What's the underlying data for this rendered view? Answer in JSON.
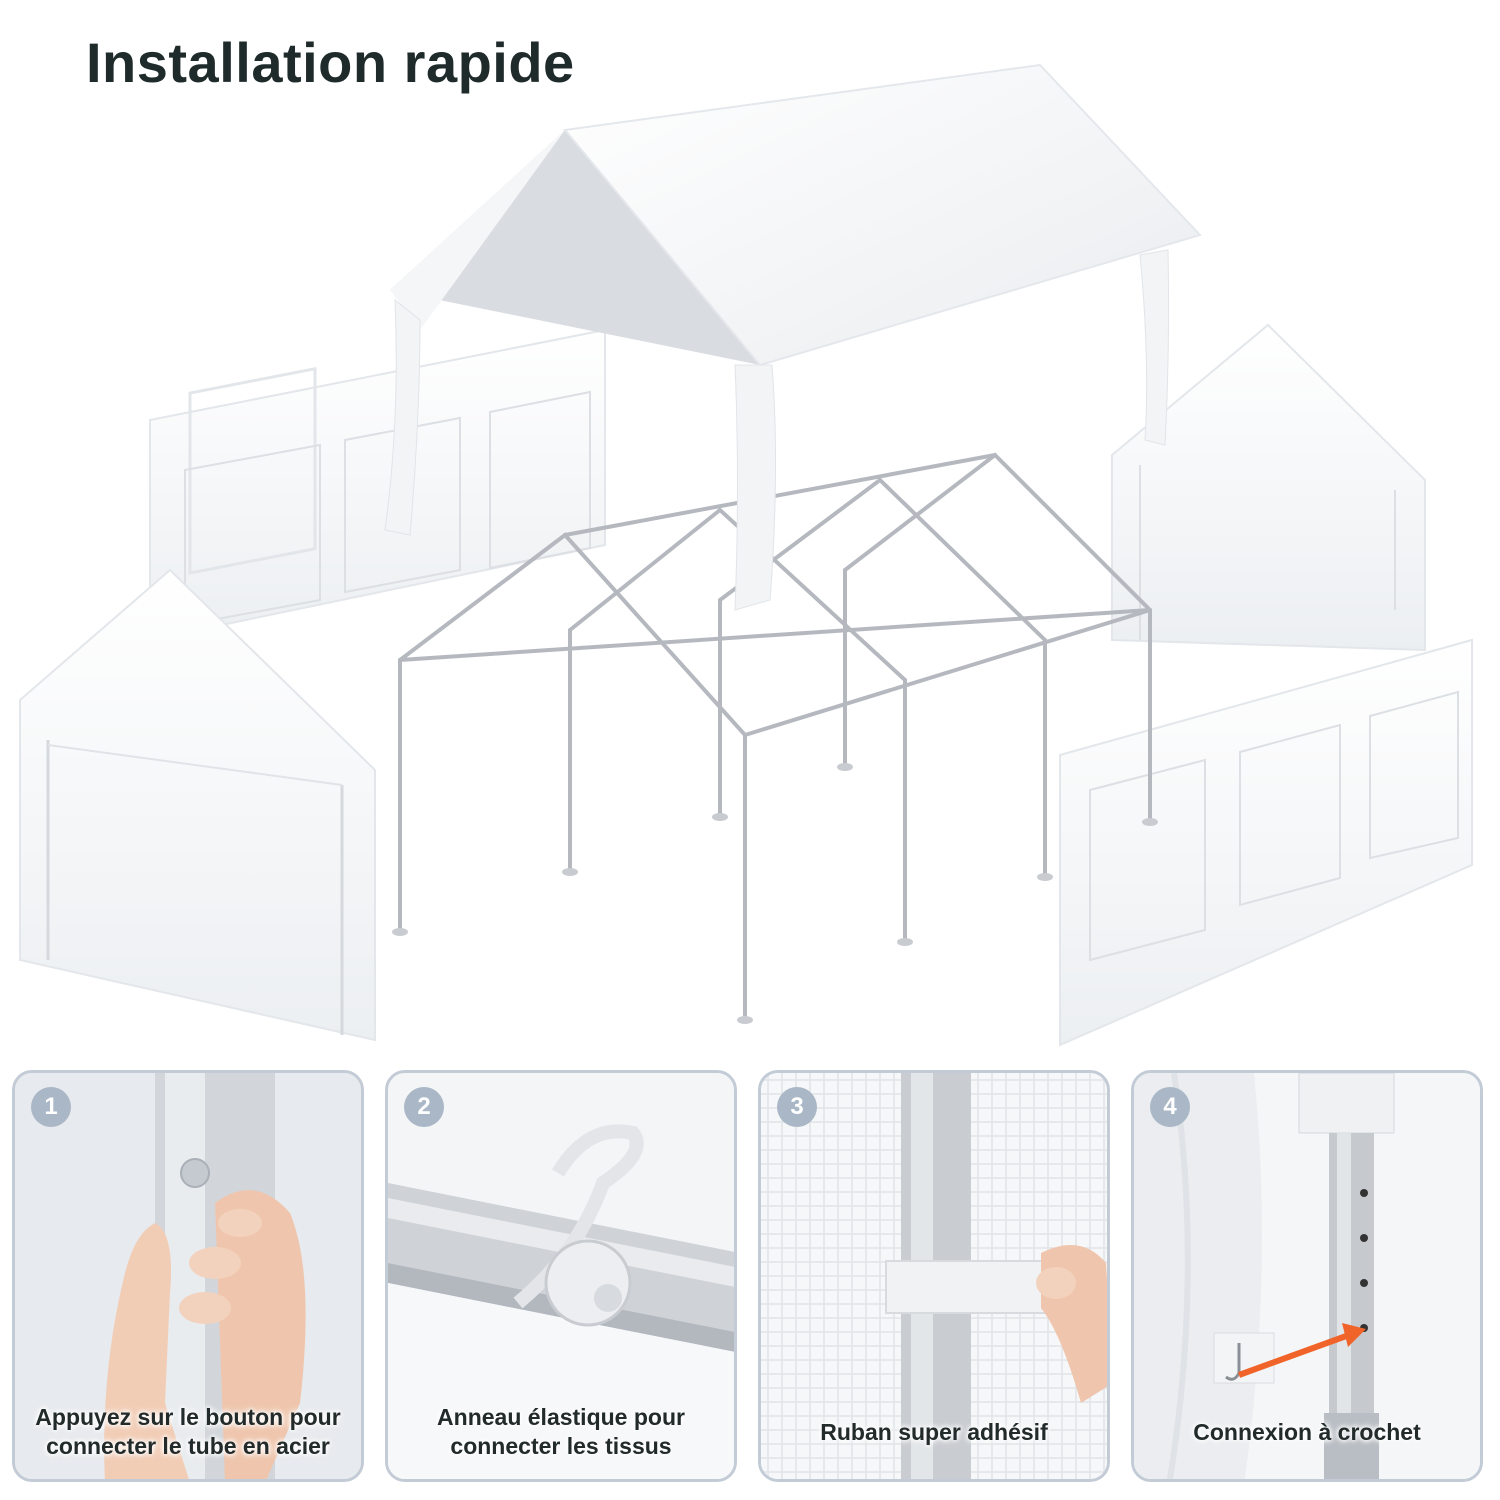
{
  "title": "Installation rapide",
  "colors": {
    "badge": "#a9b7c6",
    "panel_border": "#c3ccd6",
    "arrow": "#f0642a",
    "fabric": "#ffffff",
    "frame": "#b8bcc2"
  },
  "steps": [
    {
      "number": "1",
      "icon": "hand-press-button-icon",
      "lines": [
        "Appuyez sur le bouton pour",
        "connecter le tube en acier"
      ]
    },
    {
      "number": "2",
      "icon": "elastic-ring-icon",
      "lines": [
        "Anneau élastique pour",
        "connecter les tissus"
      ]
    },
    {
      "number": "3",
      "icon": "adhesive-tape-icon",
      "lines": [
        "Ruban super adhésif"
      ]
    },
    {
      "number": "4",
      "icon": "hook-connection-icon",
      "lines": [
        "Connexion à crochet"
      ]
    }
  ]
}
